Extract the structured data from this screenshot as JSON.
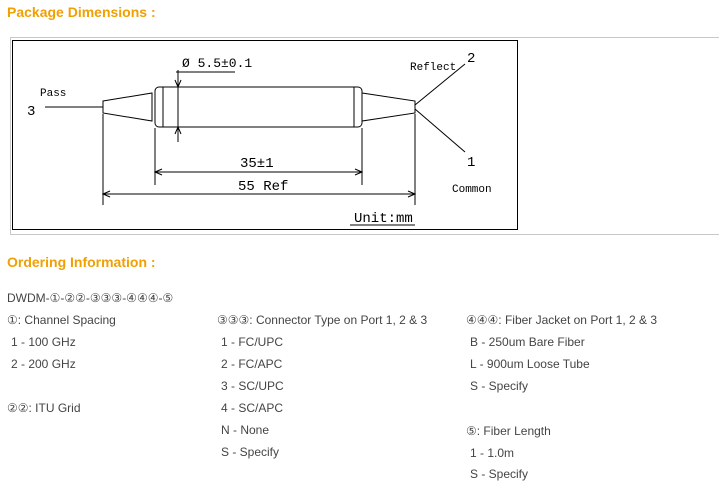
{
  "package": {
    "title": "Package Dimensions :",
    "diameter_label": "Ø 5.5±0.1",
    "body_length_label": "35±1",
    "overall_length_label": "55 Ref",
    "unit_label": "Unit:mm",
    "pass_label": "Pass",
    "reflect_label": "Reflect",
    "common_label": "Common",
    "port_pass": "3",
    "port_reflect": "2",
    "port_common": "1"
  },
  "ordering": {
    "title": "Ordering Information :",
    "code": "DWDM-①-②②-③③③-④④④-⑤",
    "channel_spacing": {
      "heading": "①: Channel Spacing",
      "options": [
        "1 - 100 GHz",
        "2 - 200 GHz"
      ]
    },
    "itu_grid": {
      "heading": "②②: ITU Grid"
    },
    "connector": {
      "heading": "③③③: Connector Type on Port 1, 2 & 3",
      "options": [
        "1 - FC/UPC",
        "2 - FC/APC",
        "3 - SC/UPC",
        "4 - SC/APC",
        "N - None",
        "S - Specify"
      ]
    },
    "jacket": {
      "heading": "④④④: Fiber Jacket on Port 1, 2 & 3",
      "options": [
        "B - 250um Bare Fiber",
        "L - 900um Loose Tube",
        "S - Specify"
      ]
    },
    "length": {
      "heading": "⑤: Fiber Length",
      "options": [
        "1 - 1.0m",
        "S - Specify"
      ]
    }
  }
}
